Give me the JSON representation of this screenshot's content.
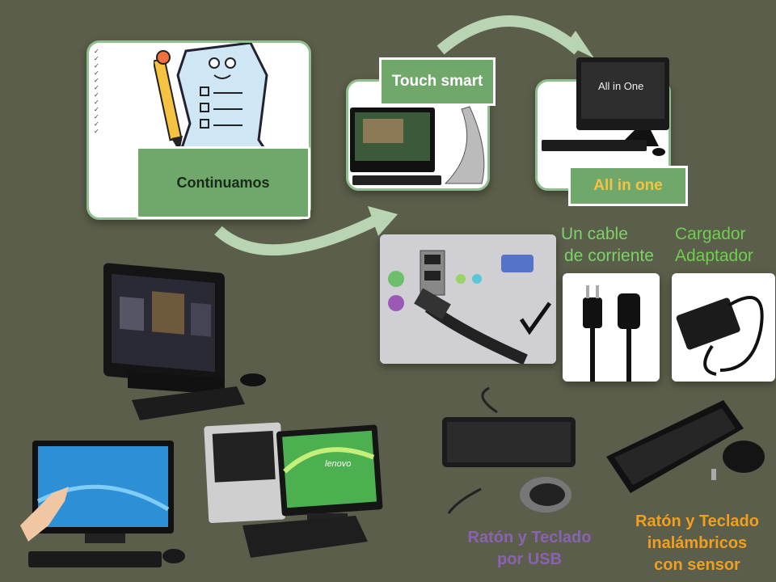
{
  "steps": {
    "continuamos": "Continuamos",
    "touch_smart": "Touch  smart",
    "all_in_one": "All in one"
  },
  "labels": {
    "cable_line1": "Un cable",
    "cable_line2": "de corriente",
    "cargador_line1": "Cargador",
    "cargador_line2": "Adaptador",
    "usb_line1": "Ratón  y Teclado",
    "usb_line2": "por USB",
    "wireless_line1": "Ratón  y Teclado",
    "wireless_line2": "inalámbricos",
    "wireless_line3": "con sensor"
  },
  "brand_text": {
    "hp_monitor": "All in One",
    "lenovo": "lenovo"
  },
  "colors": {
    "background": "#5b5e4a",
    "step_green": "#6fa86a",
    "cable_text": "#7dd36a",
    "cargador_text": "#6fcf50",
    "usb_text": "#8a63b0",
    "wireless_text": "#f0a020",
    "arrow": "#b9d4b2"
  }
}
